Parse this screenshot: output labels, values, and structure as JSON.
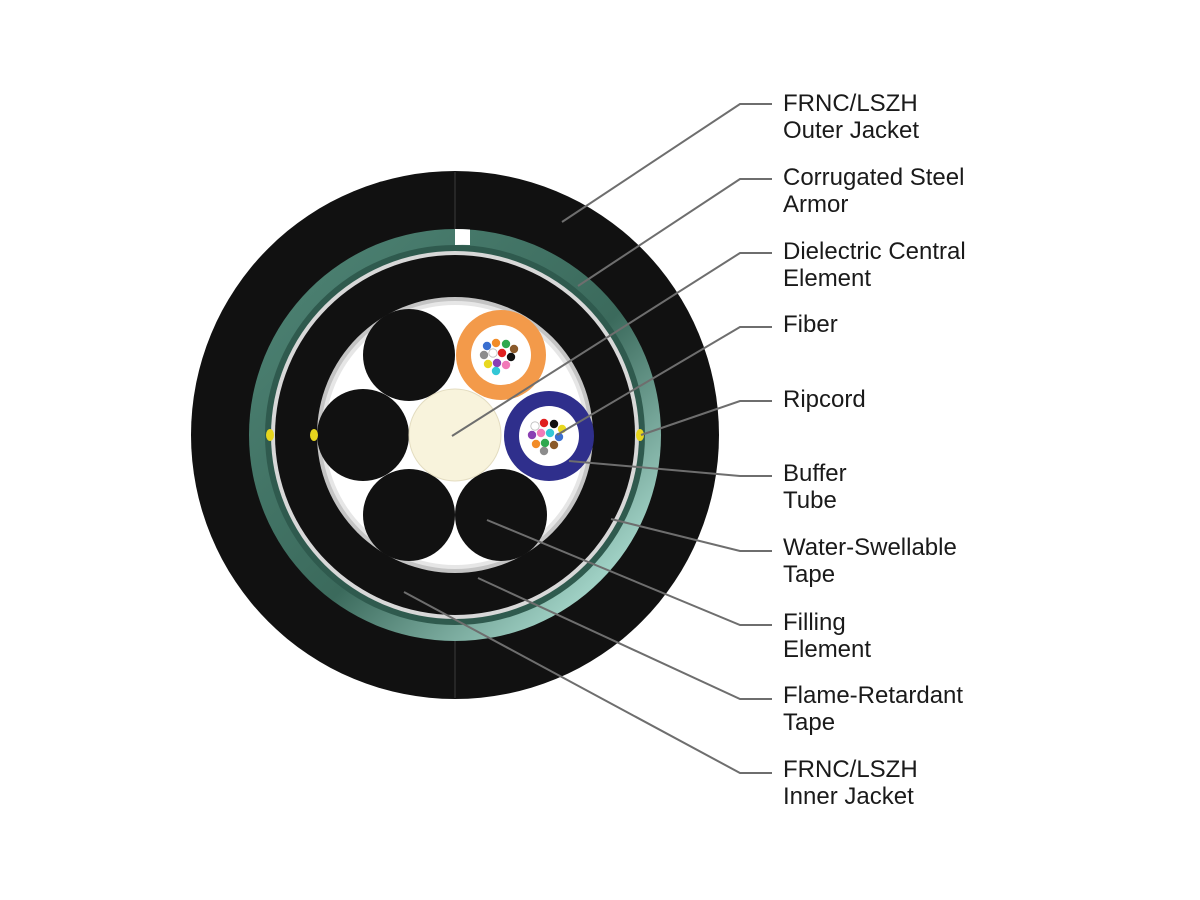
{
  "diagram": {
    "colors": {
      "outer_jacket": "#111111",
      "armor": "#3f6e60",
      "armor_highlight": "#7fb5a8",
      "inner_jacket": "#111111",
      "tape": "#c8c8c8",
      "core_background": "#ffffff",
      "central_element": "#f8f3dc",
      "filling_element": "#111111",
      "buffer_tube_orange": "#f39a4a",
      "buffer_tube_blue": "#2f2f8c",
      "ripcord": "#e6d51e",
      "leader_line": "#6e6e6e"
    },
    "fiber_colors": [
      "#3a6fd0",
      "#f28c28",
      "#2fa84f",
      "#8a5a2b",
      "#8c8c8c",
      "#ffffff",
      "#e02020",
      "#111111",
      "#e8d820",
      "#8a3fb3",
      "#f27ab8",
      "#33c7d6"
    ],
    "callouts": [
      {
        "id": "outer-jacket",
        "lines": [
          "FRNC/LSZH",
          "Outer Jacket"
        ]
      },
      {
        "id": "corrugated-steel-armor",
        "lines": [
          "Corrugated Steel",
          "Armor"
        ]
      },
      {
        "id": "dielectric-central-element",
        "lines": [
          "Dielectric Central",
          "Element"
        ]
      },
      {
        "id": "fiber",
        "lines": [
          "Fiber"
        ]
      },
      {
        "id": "ripcord",
        "lines": [
          "Ripcord"
        ]
      },
      {
        "id": "buffer-tube",
        "lines": [
          "Buffer",
          "Tube"
        ]
      },
      {
        "id": "water-swellable-tape",
        "lines": [
          "Water-Swellable",
          "Tape"
        ]
      },
      {
        "id": "filling-element",
        "lines": [
          "Filling",
          "Element"
        ]
      },
      {
        "id": "flame-retardant-tape",
        "lines": [
          "Flame-Retardant",
          "Tape"
        ]
      },
      {
        "id": "inner-jacket",
        "lines": [
          "FRNC/LSZH",
          "Inner Jacket"
        ]
      }
    ]
  }
}
